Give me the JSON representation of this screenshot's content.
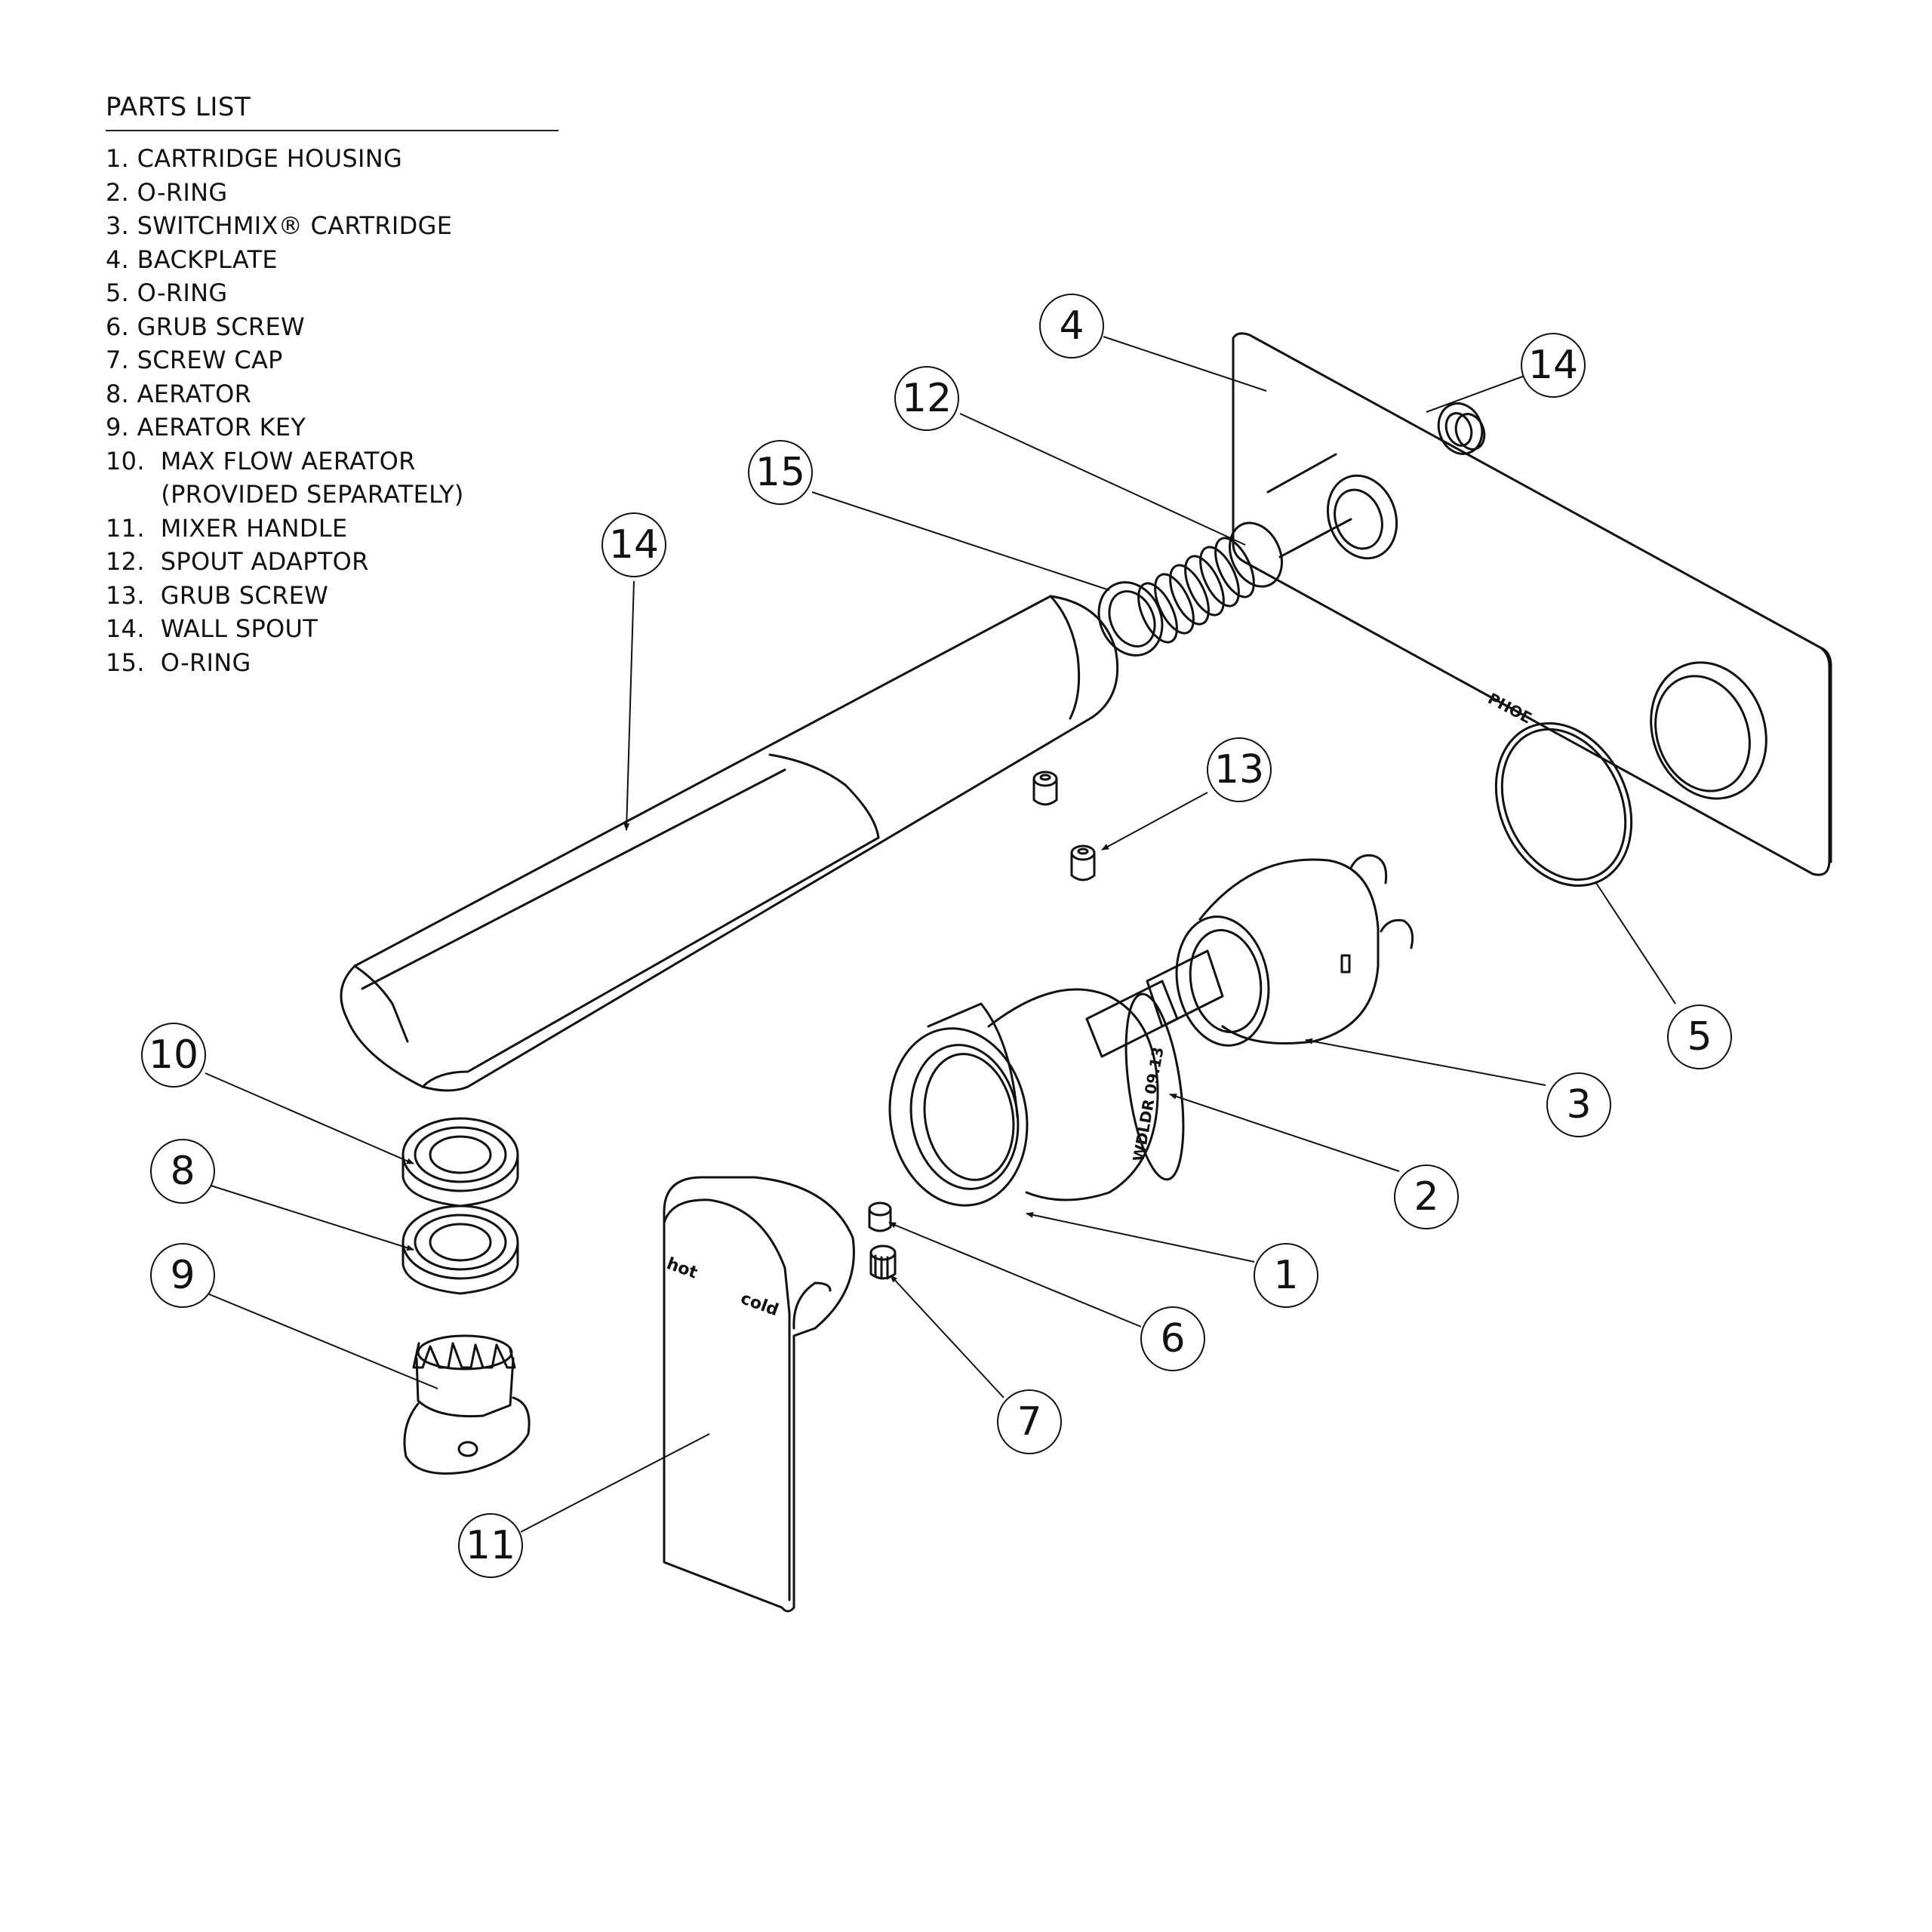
{
  "parts_list": {
    "title": "PARTS LIST",
    "items": [
      "1. CARTRIDGE HOUSING",
      "2. O-RING",
      "3. SWITCHMIX® CARTRIDGE",
      "4. BACKPLATE",
      "5. O-RING",
      "6. GRUB SCREW",
      "7. SCREW CAP",
      "8. AERATOR",
      "9. AERATOR KEY",
      "10.  MAX FLOW AERATOR",
      "       (PROVIDED SEPARATELY)",
      "11.  MIXER HANDLE",
      "12.  SPOUT ADAPTOR",
      "13.  GRUB SCREW",
      "14.  WALL SPOUT",
      "15.  O-RING"
    ]
  },
  "callouts": {
    "c1": "1",
    "c2": "2",
    "c3": "3",
    "c4": "4",
    "c5": "5",
    "c6": "6",
    "c7": "7",
    "c8": "8",
    "c9": "9",
    "c10": "10",
    "c11": "11",
    "c12": "12",
    "c13": "13",
    "c14a": "14",
    "c14b": "14",
    "c15": "15"
  },
  "markings": {
    "handle_hot": "hot",
    "handle_cold": "cold",
    "backplate_brand": "PHOE",
    "housing_date": "WDLDR 09.13"
  }
}
